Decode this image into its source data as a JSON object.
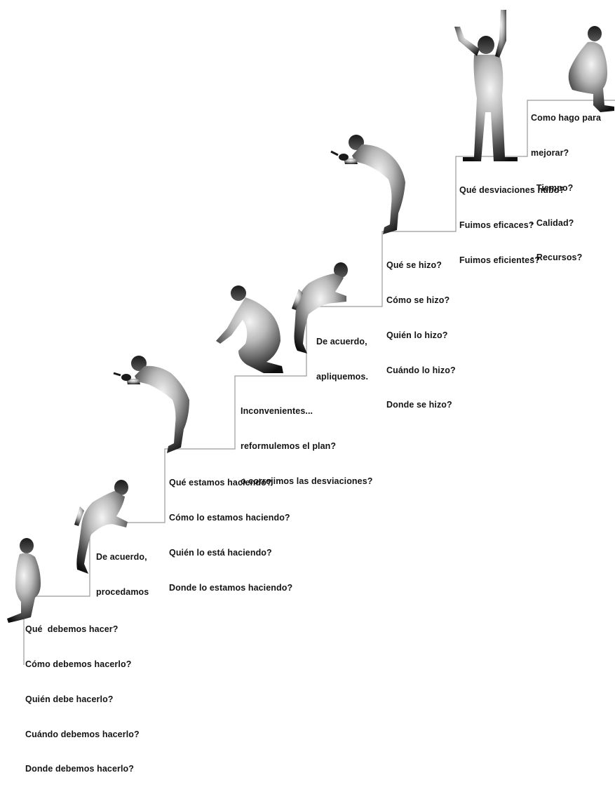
{
  "figures": [
    {
      "id": "sitting-start",
      "pose": "sitting"
    },
    {
      "id": "crouching-1",
      "pose": "crouching"
    },
    {
      "id": "magnifier-1",
      "pose": "bending-with-magnifier"
    },
    {
      "id": "reaching",
      "pose": "crouching-reaching"
    },
    {
      "id": "crouching-2",
      "pose": "crouching"
    },
    {
      "id": "magnifier-2",
      "pose": "bending-with-magnifier"
    },
    {
      "id": "arms-raised",
      "pose": "standing-arms-raised"
    },
    {
      "id": "sitting-end",
      "pose": "sitting"
    }
  ],
  "steps": [
    {
      "id": "plan",
      "lines": [
        "Qué  debemos hacer?",
        "Cómo debemos hacerlo?",
        "Quién debe hacerlo?",
        "Cuándo debemos hacerlo?",
        "Donde debemos hacerlo?"
      ]
    },
    {
      "id": "do",
      "lines": [
        "De acuerdo,",
        "procedamos"
      ]
    },
    {
      "id": "check",
      "lines": [
        "Qué estamos haciendo?",
        "Cómo lo estamos haciendo?",
        "Quién lo está haciendo?",
        "Donde lo estamos haciendo?"
      ]
    },
    {
      "id": "act",
      "lines": [
        "Inconvenientes...",
        "reformulemos el plan?",
        "o correjimos las desviaciones?"
      ]
    },
    {
      "id": "apply",
      "lines": [
        "De acuerdo,",
        "apliquemos."
      ]
    },
    {
      "id": "review",
      "lines": [
        "Qué se hizo?",
        "Cómo se hizo?",
        "Quién lo hizo?",
        "Cuándo lo hizo?",
        "Donde se hizo?"
      ]
    },
    {
      "id": "evaluate",
      "lines": [
        "Qué desviaciones hubo?",
        "Fuimos eficaces?",
        "Fuimos eficientes?"
      ]
    },
    {
      "id": "improve",
      "lines": [
        "Como hago para",
        "mejorar?",
        "- Tiempo?",
        "- Calidad?",
        "- Recursos?"
      ]
    }
  ]
}
